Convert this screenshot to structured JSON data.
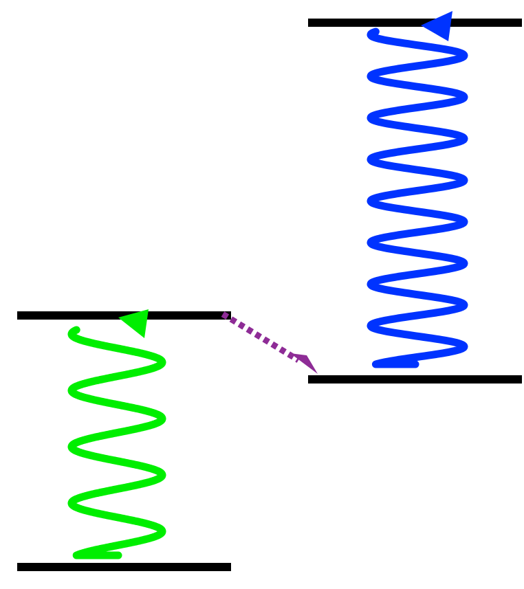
{
  "diagram": {
    "background": "#ffffff",
    "level_color": "#000000",
    "low_system": {
      "wave_color": "#00ee00",
      "wave_cycles": 4
    },
    "high_system": {
      "wave_color": "#0033ff",
      "wave_cycles": 8
    },
    "transfer": {
      "color": "#8e2c96",
      "style": "dotted"
    }
  }
}
